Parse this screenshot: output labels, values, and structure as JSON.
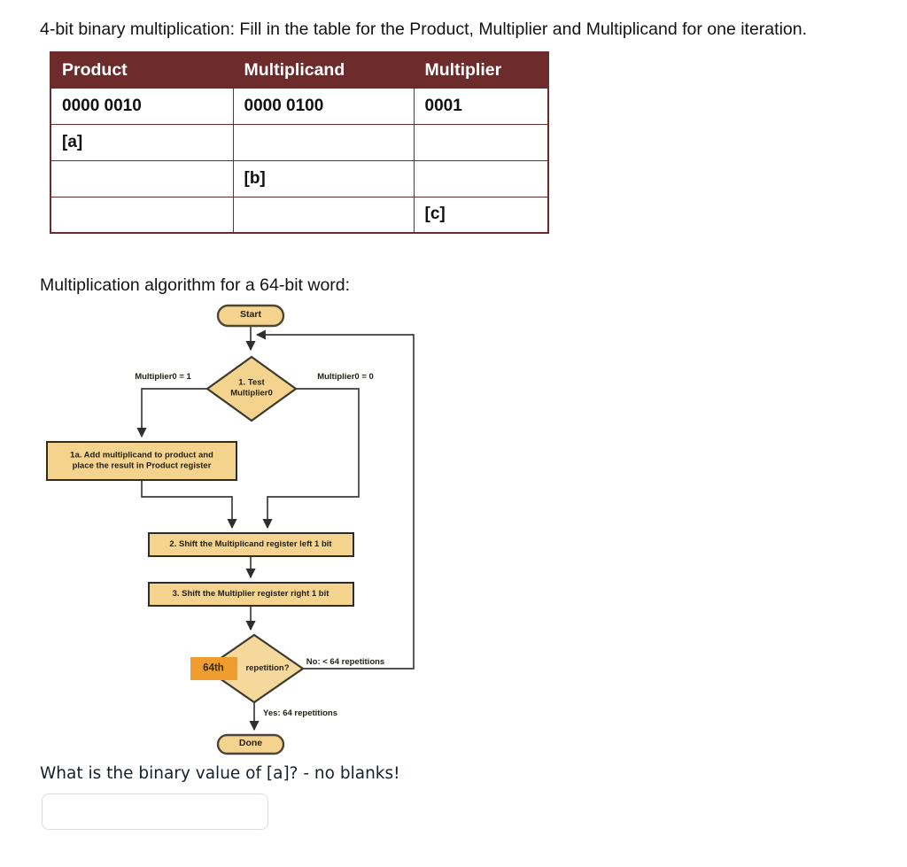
{
  "page": {
    "title": "4-bit binary multiplication: Fill in the table for the Product, Multiplier and Multiplicand for one iteration.",
    "question": "What is the binary value of [a]? - no blanks!",
    "answer_input": {
      "value": "",
      "placeholder": ""
    }
  },
  "table": {
    "headers": [
      "Product",
      "Multiplicand",
      "Multiplier"
    ],
    "rows": [
      [
        "0000 0010",
        "0000 0100",
        "0001"
      ],
      [
        "[a]",
        "",
        ""
      ],
      [
        "",
        "[b]",
        ""
      ],
      [
        "",
        "",
        "[c]"
      ]
    ]
  },
  "diagram": {
    "heading": "Multiplication algorithm for a 64-bit word:",
    "start_label": "Start",
    "decision1_line1": "1.  Test",
    "decision1_line2": "Multiplier0",
    "branch_left_label": "Multiplier0 = 1",
    "branch_right_label": "Multiplier0 = 0",
    "box1a_line1": "1a.  Add multiplicand to product and",
    "box1a_line2": "place the result in Product register",
    "box2_label": "2.  Shift the Multiplicand register left 1 bit",
    "box3_label": "3.  Shift the Multiplier register right 1 bit",
    "repetition_highlight": "64th",
    "decision2_label": "repetition?",
    "no_label": "No: < 64 repetitions",
    "yes_label": "Yes: 64 repetitions",
    "done_label": "Done"
  },
  "colors": {
    "table_maroon": "#6e2b2b",
    "placeholder_red": "#f32121",
    "shape_fill": "#f3d38e",
    "shape_stroke": "#3f3a2c",
    "highlight_orange": "#ee9d2e",
    "connector": "#3d3d3d"
  }
}
